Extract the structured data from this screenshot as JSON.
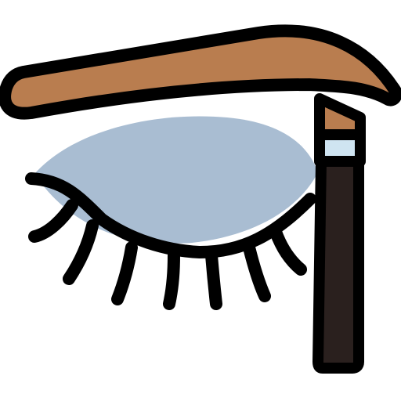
{
  "icon": {
    "name": "eyebrow-pencil-icon",
    "description_parts": [
      "eyebrow",
      "closed-eye-lid",
      "eyelashes",
      "brow-pencil"
    ]
  },
  "colors": {
    "outline": "#000000",
    "eyebrow_fill": "#B97D4F",
    "eyelid_fill": "#A9BDD2",
    "pencil_tip_fill": "#B97D4F",
    "pencil_band_fill": "#CFE4F1",
    "pencil_body_fill": "#2A201E",
    "background": "#FFFFFF"
  }
}
